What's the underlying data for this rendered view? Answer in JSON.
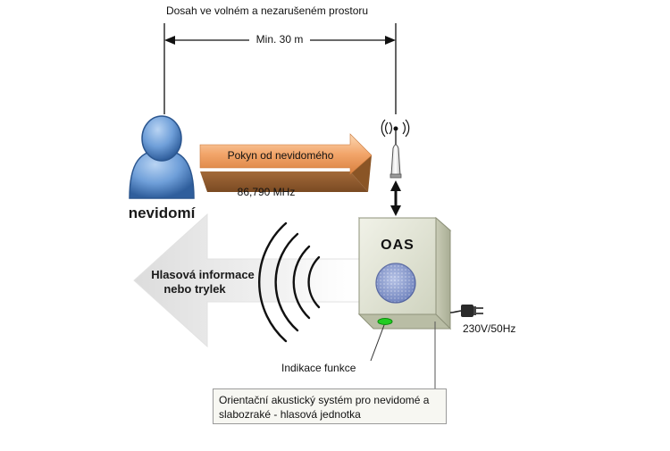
{
  "labels": {
    "range_title": "Dosah ve volném a nezarušeném prostoru",
    "distance": "Min. 30 m",
    "command": "Pokyn od nevidomého",
    "frequency": "86,790 MHz",
    "person": "nevidomí",
    "voice_line1": "Hlasová informace",
    "voice_line2": "nebo trylek",
    "device": "OAS",
    "power": "230V/50Hz",
    "indicator": "Indikace funkce",
    "caption_line1": "Orientační akustický systém pro nevidomé a",
    "caption_line2": "slabozraké - hlasová jednotka"
  },
  "colors": {
    "person_body": "#5b8fd0",
    "command_arrow": "#f2a56a",
    "voice_arrow": "#ececec",
    "device_box": "#e3e6d6",
    "speaker": "#7c8fc9",
    "led": "#22cc22"
  },
  "icons": {
    "person": "person-icon",
    "antenna": "antenna-icon",
    "speaker": "speaker-icon",
    "plug": "power-plug-icon",
    "led": "led-indicator-icon"
  }
}
